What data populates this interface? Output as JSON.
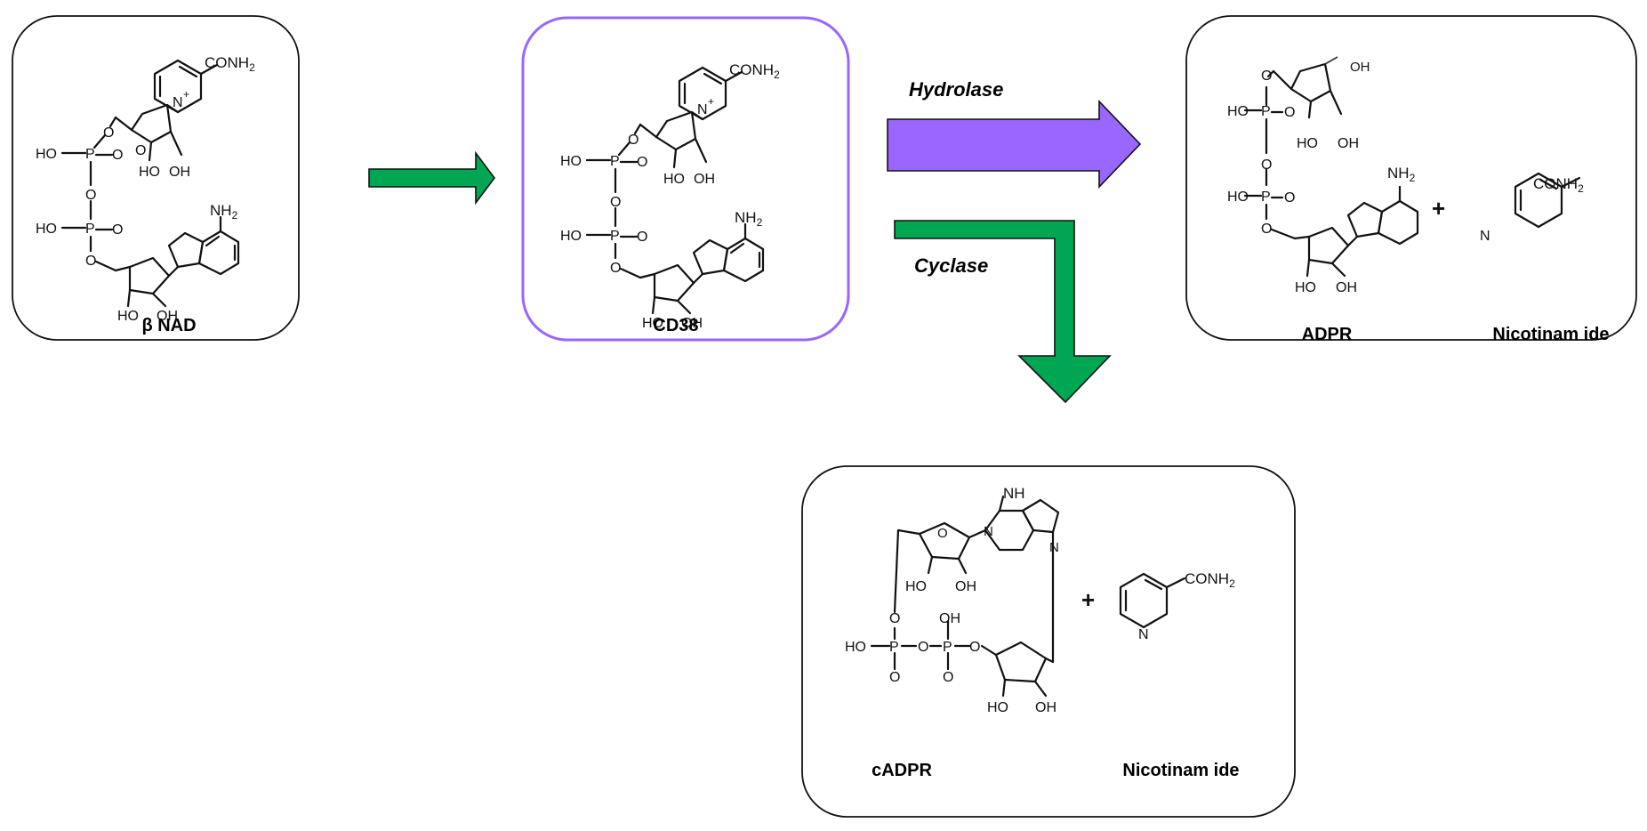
{
  "colors": {
    "green": "#00a651",
    "purple": "#9966ff",
    "box_border": "#111111",
    "cd38_border": "#9966ff"
  },
  "boxes": {
    "nad": {
      "label": "β NAD"
    },
    "cd38": {
      "label": "CD38"
    },
    "adpr": {
      "label": "ADPR",
      "label2": "Nicotinam ide"
    },
    "cadpr": {
      "label": "cADPR",
      "label2": "Nicotinam ide"
    }
  },
  "arrows": {
    "hydrolase": "Hydrolase",
    "cyclase": "Cyclase"
  },
  "chem": {
    "conh2": "CONH",
    "sub2": "2",
    "nh2": "NH",
    "nh": "NH",
    "ho": "HO",
    "oh": "OH",
    "o": "O",
    "p": "P",
    "n": "N",
    "nplus": "+",
    "plus": "+"
  }
}
